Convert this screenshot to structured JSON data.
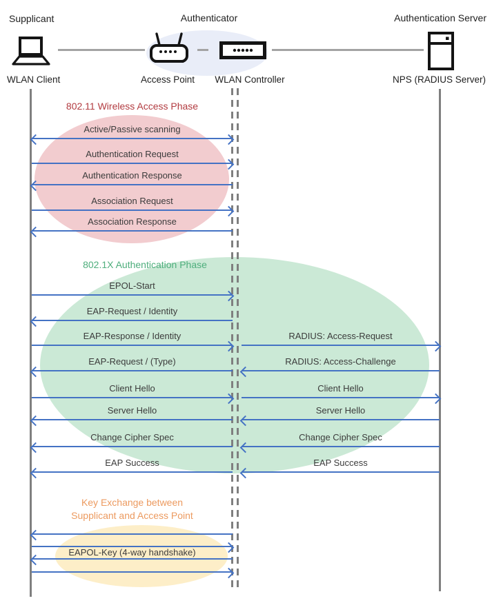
{
  "actors": {
    "supplicant": {
      "role": "Supplicant",
      "device": "WLAN Client"
    },
    "authenticator": {
      "role": "Authenticator",
      "access_point": "Access Point",
      "wlan_controller": "WLAN Controller"
    },
    "authentication_server": {
      "role": "Authentication Server",
      "device": "NPS (RADIUS Server)"
    }
  },
  "phases": {
    "wireless_access": {
      "title": "802.11 Wireless Access Phase",
      "color": "#b23b40",
      "ellipse_color": "#f2cccf"
    },
    "authentication": {
      "title": "802.1X Authentication Phase",
      "color": "#4eae7c",
      "ellipse_color": "#cbe9d6"
    },
    "key_exchange": {
      "title_line1": "Key Exchange between",
      "title_line2": "Supplicant and Access Point",
      "color": "#ec9a5f",
      "ellipse_color": "#fdeec8"
    }
  },
  "messages_left": [
    {
      "label": "Active/Passive scanning",
      "direction": "both"
    },
    {
      "label": "Authentication Request",
      "direction": "right"
    },
    {
      "label": "Authentication Response",
      "direction": "left"
    },
    {
      "label": "Association Request",
      "direction": "right"
    },
    {
      "label": "Association Response",
      "direction": "left"
    },
    {
      "label": "EPOL-Start",
      "direction": "right"
    },
    {
      "label": "EAP-Request / Identity",
      "direction": "left"
    },
    {
      "label": "EAP-Response / Identity",
      "direction": "right"
    },
    {
      "label": "EAP-Request / (Type)",
      "direction": "left"
    },
    {
      "label": "Client Hello",
      "direction": "right"
    },
    {
      "label": "Server Hello",
      "direction": "left"
    },
    {
      "label": "Change Cipher Spec",
      "direction": "left"
    },
    {
      "label": "EAP Success",
      "direction": "left"
    },
    {
      "label": "",
      "direction": "left"
    },
    {
      "label": "",
      "direction": "right"
    },
    {
      "label": "EAPOL-Key (4-way handshake)",
      "direction": "left"
    },
    {
      "label": "",
      "direction": "right"
    }
  ],
  "messages_right": [
    {
      "label": "RADIUS: Access-Request",
      "direction": "right"
    },
    {
      "label": "RADIUS: Access-Challenge",
      "direction": "left"
    },
    {
      "label": "Client Hello",
      "direction": "right"
    },
    {
      "label": "Server Hello",
      "direction": "left"
    },
    {
      "label": "Change Cipher Spec",
      "direction": "left"
    },
    {
      "label": "EAP Success",
      "direction": "left"
    }
  ],
  "colors": {
    "arrow": "#4472c4",
    "lifeline": "#7f7f7f",
    "header_connector": "#a3a3a3",
    "authenticator_ellipse": "#e9edf8",
    "message_text": "#3b3b3b"
  }
}
